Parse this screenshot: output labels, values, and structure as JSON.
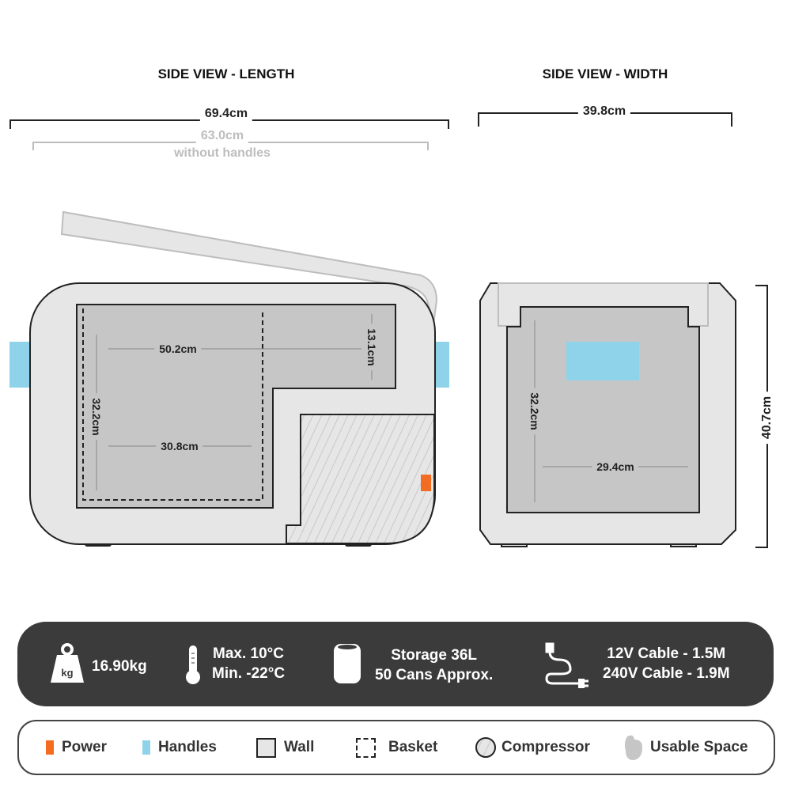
{
  "titles": {
    "length": "SIDE VIEW - LENGTH",
    "width": "SIDE VIEW - WIDTH"
  },
  "dimensions": {
    "overall_length": "69.4cm",
    "length_without_handles": "63.0cm",
    "without_handles_note": "without handles",
    "overall_width": "39.8cm",
    "overall_height": "40.7cm",
    "inner_top_length": "50.2cm",
    "inner_bottom_length": "30.8cm",
    "inner_depth_length_view": "32.2cm",
    "inner_step_height": "13.1cm",
    "inner_depth_width_view": "32.2cm",
    "inner_width": "29.4cm"
  },
  "specs": {
    "weight": {
      "icon": "weight-kg-icon",
      "icon_text": "kg",
      "value": "16.90kg"
    },
    "temperature": {
      "icon": "thermometer-icon",
      "max": "Max. 10°C",
      "min": "Min. -22°C"
    },
    "storage": {
      "icon": "can-icon",
      "capacity": "Storage 36L",
      "cans": "50 Cans Approx."
    },
    "cables": {
      "icon": "power-cable-icon",
      "cable_12v": "12V Cable - 1.5M",
      "cable_240v": "240V Cable - 1.9M"
    }
  },
  "legend": [
    {
      "label": "Power",
      "color": "#f26d21"
    },
    {
      "label": "Handles",
      "color": "#8fd3ea"
    },
    {
      "label": "Wall",
      "color": "#e6e6e6"
    },
    {
      "label": "Basket"
    },
    {
      "label": "Compressor"
    },
    {
      "label": "Usable Space",
      "color": "#c6c6c6"
    }
  ],
  "colors": {
    "wall": "#e6e6e6",
    "usable": "#c6c6c6",
    "handles": "#8fd3ea",
    "power": "#f26d21",
    "bar": "#3b3b3b"
  }
}
